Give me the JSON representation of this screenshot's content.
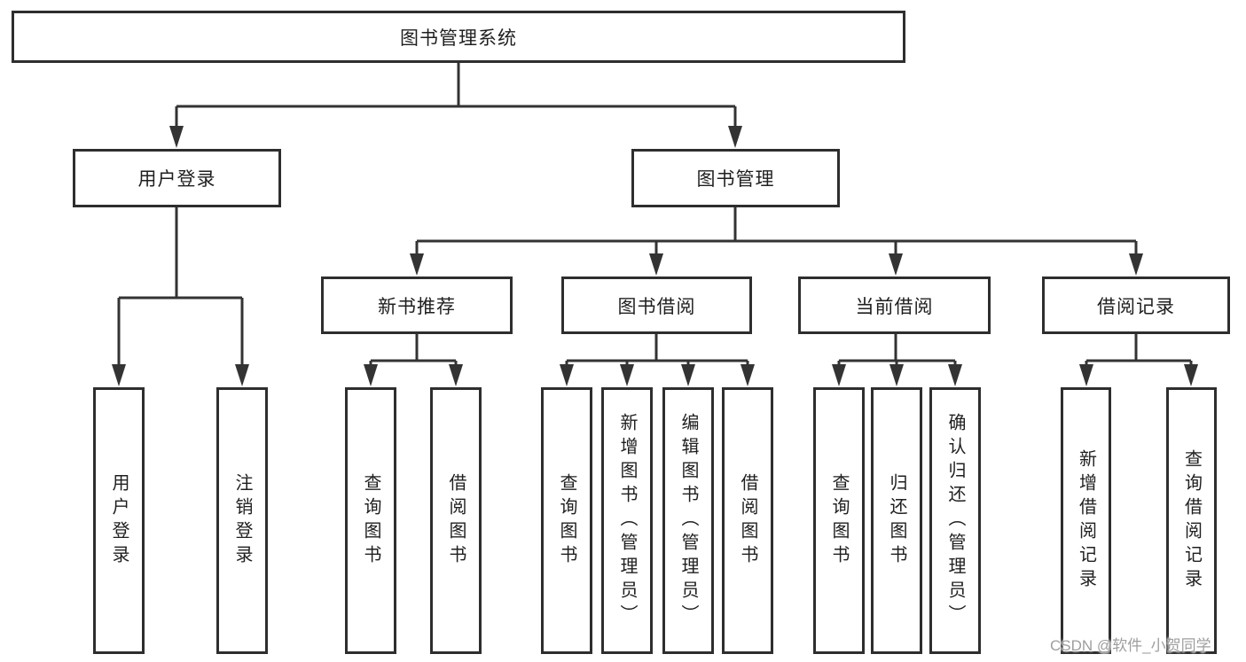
{
  "diagram_type": "tree",
  "tree": {
    "label": "图书管理系统",
    "children": [
      {
        "label": "用户登录",
        "children": [
          {
            "label": "用户登录"
          },
          {
            "label": "注销登录"
          }
        ]
      },
      {
        "label": "图书管理",
        "children": [
          {
            "label": "新书推荐",
            "children": [
              {
                "label": "查询图书"
              },
              {
                "label": "借阅图书"
              }
            ]
          },
          {
            "label": "图书借阅",
            "children": [
              {
                "label": "查询图书"
              },
              {
                "label": "新增图书（管理员）"
              },
              {
                "label": "编辑图书（管理员）"
              },
              {
                "label": "借阅图书"
              }
            ]
          },
          {
            "label": "当前借阅",
            "children": [
              {
                "label": "查询图书"
              },
              {
                "label": "归还图书"
              },
              {
                "label": "确认归还（管理员）"
              }
            ]
          },
          {
            "label": "借阅记录",
            "children": [
              {
                "label": "新增借阅记录"
              },
              {
                "label": "查询借阅记录"
              }
            ]
          }
        ]
      }
    ]
  },
  "watermark": {
    "text": "CSDN @软件_小贺同学"
  },
  "colors": {
    "line": "#333333",
    "border": "#2e2e2e",
    "text": "#1f1f1f",
    "watermark": "#9e9e9e",
    "background": "#ffffff"
  }
}
